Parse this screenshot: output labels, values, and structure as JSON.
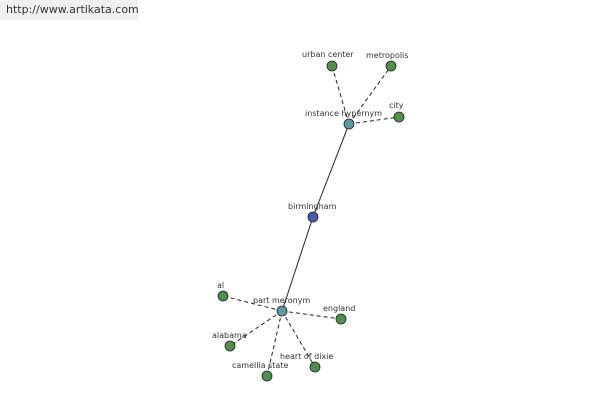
{
  "banner": {
    "url": "http://www.artikata.com"
  },
  "colors": {
    "root": "#4a5aa8",
    "hub": "#5b9aa0",
    "leaf": "#4f8f4a",
    "edge": "#222222"
  },
  "graph": {
    "nodes": [
      {
        "id": "birmingham",
        "label": "birmingham",
        "kind": "root"
      },
      {
        "id": "instance-hypernym",
        "label": "instance hypernym",
        "kind": "hub"
      },
      {
        "id": "part-meronym",
        "label": "part meronym",
        "kind": "hub"
      },
      {
        "id": "urban-center",
        "label": "urban center",
        "kind": "leaf"
      },
      {
        "id": "metropolis",
        "label": "metropolis",
        "kind": "leaf"
      },
      {
        "id": "city",
        "label": "city",
        "kind": "leaf"
      },
      {
        "id": "al",
        "label": "al",
        "kind": "leaf"
      },
      {
        "id": "england",
        "label": "england",
        "kind": "leaf"
      },
      {
        "id": "alabama",
        "label": "alabama",
        "kind": "leaf"
      },
      {
        "id": "camellia-state",
        "label": "camellia state",
        "kind": "leaf"
      },
      {
        "id": "heart-of-dixie",
        "label": "heart of dixie",
        "kind": "leaf"
      }
    ],
    "edges": [
      {
        "from": "birmingham",
        "to": "instance-hypernym",
        "style": "solid"
      },
      {
        "from": "birmingham",
        "to": "part-meronym",
        "style": "solid"
      },
      {
        "from": "instance-hypernym",
        "to": "urban-center",
        "style": "dashed"
      },
      {
        "from": "instance-hypernym",
        "to": "metropolis",
        "style": "dashed"
      },
      {
        "from": "instance-hypernym",
        "to": "city",
        "style": "dashed"
      },
      {
        "from": "part-meronym",
        "to": "al",
        "style": "dashed"
      },
      {
        "from": "part-meronym",
        "to": "england",
        "style": "dashed"
      },
      {
        "from": "part-meronym",
        "to": "alabama",
        "style": "dashed"
      },
      {
        "from": "part-meronym",
        "to": "camellia-state",
        "style": "dashed"
      },
      {
        "from": "part-meronym",
        "to": "heart-of-dixie",
        "style": "dashed"
      }
    ]
  }
}
